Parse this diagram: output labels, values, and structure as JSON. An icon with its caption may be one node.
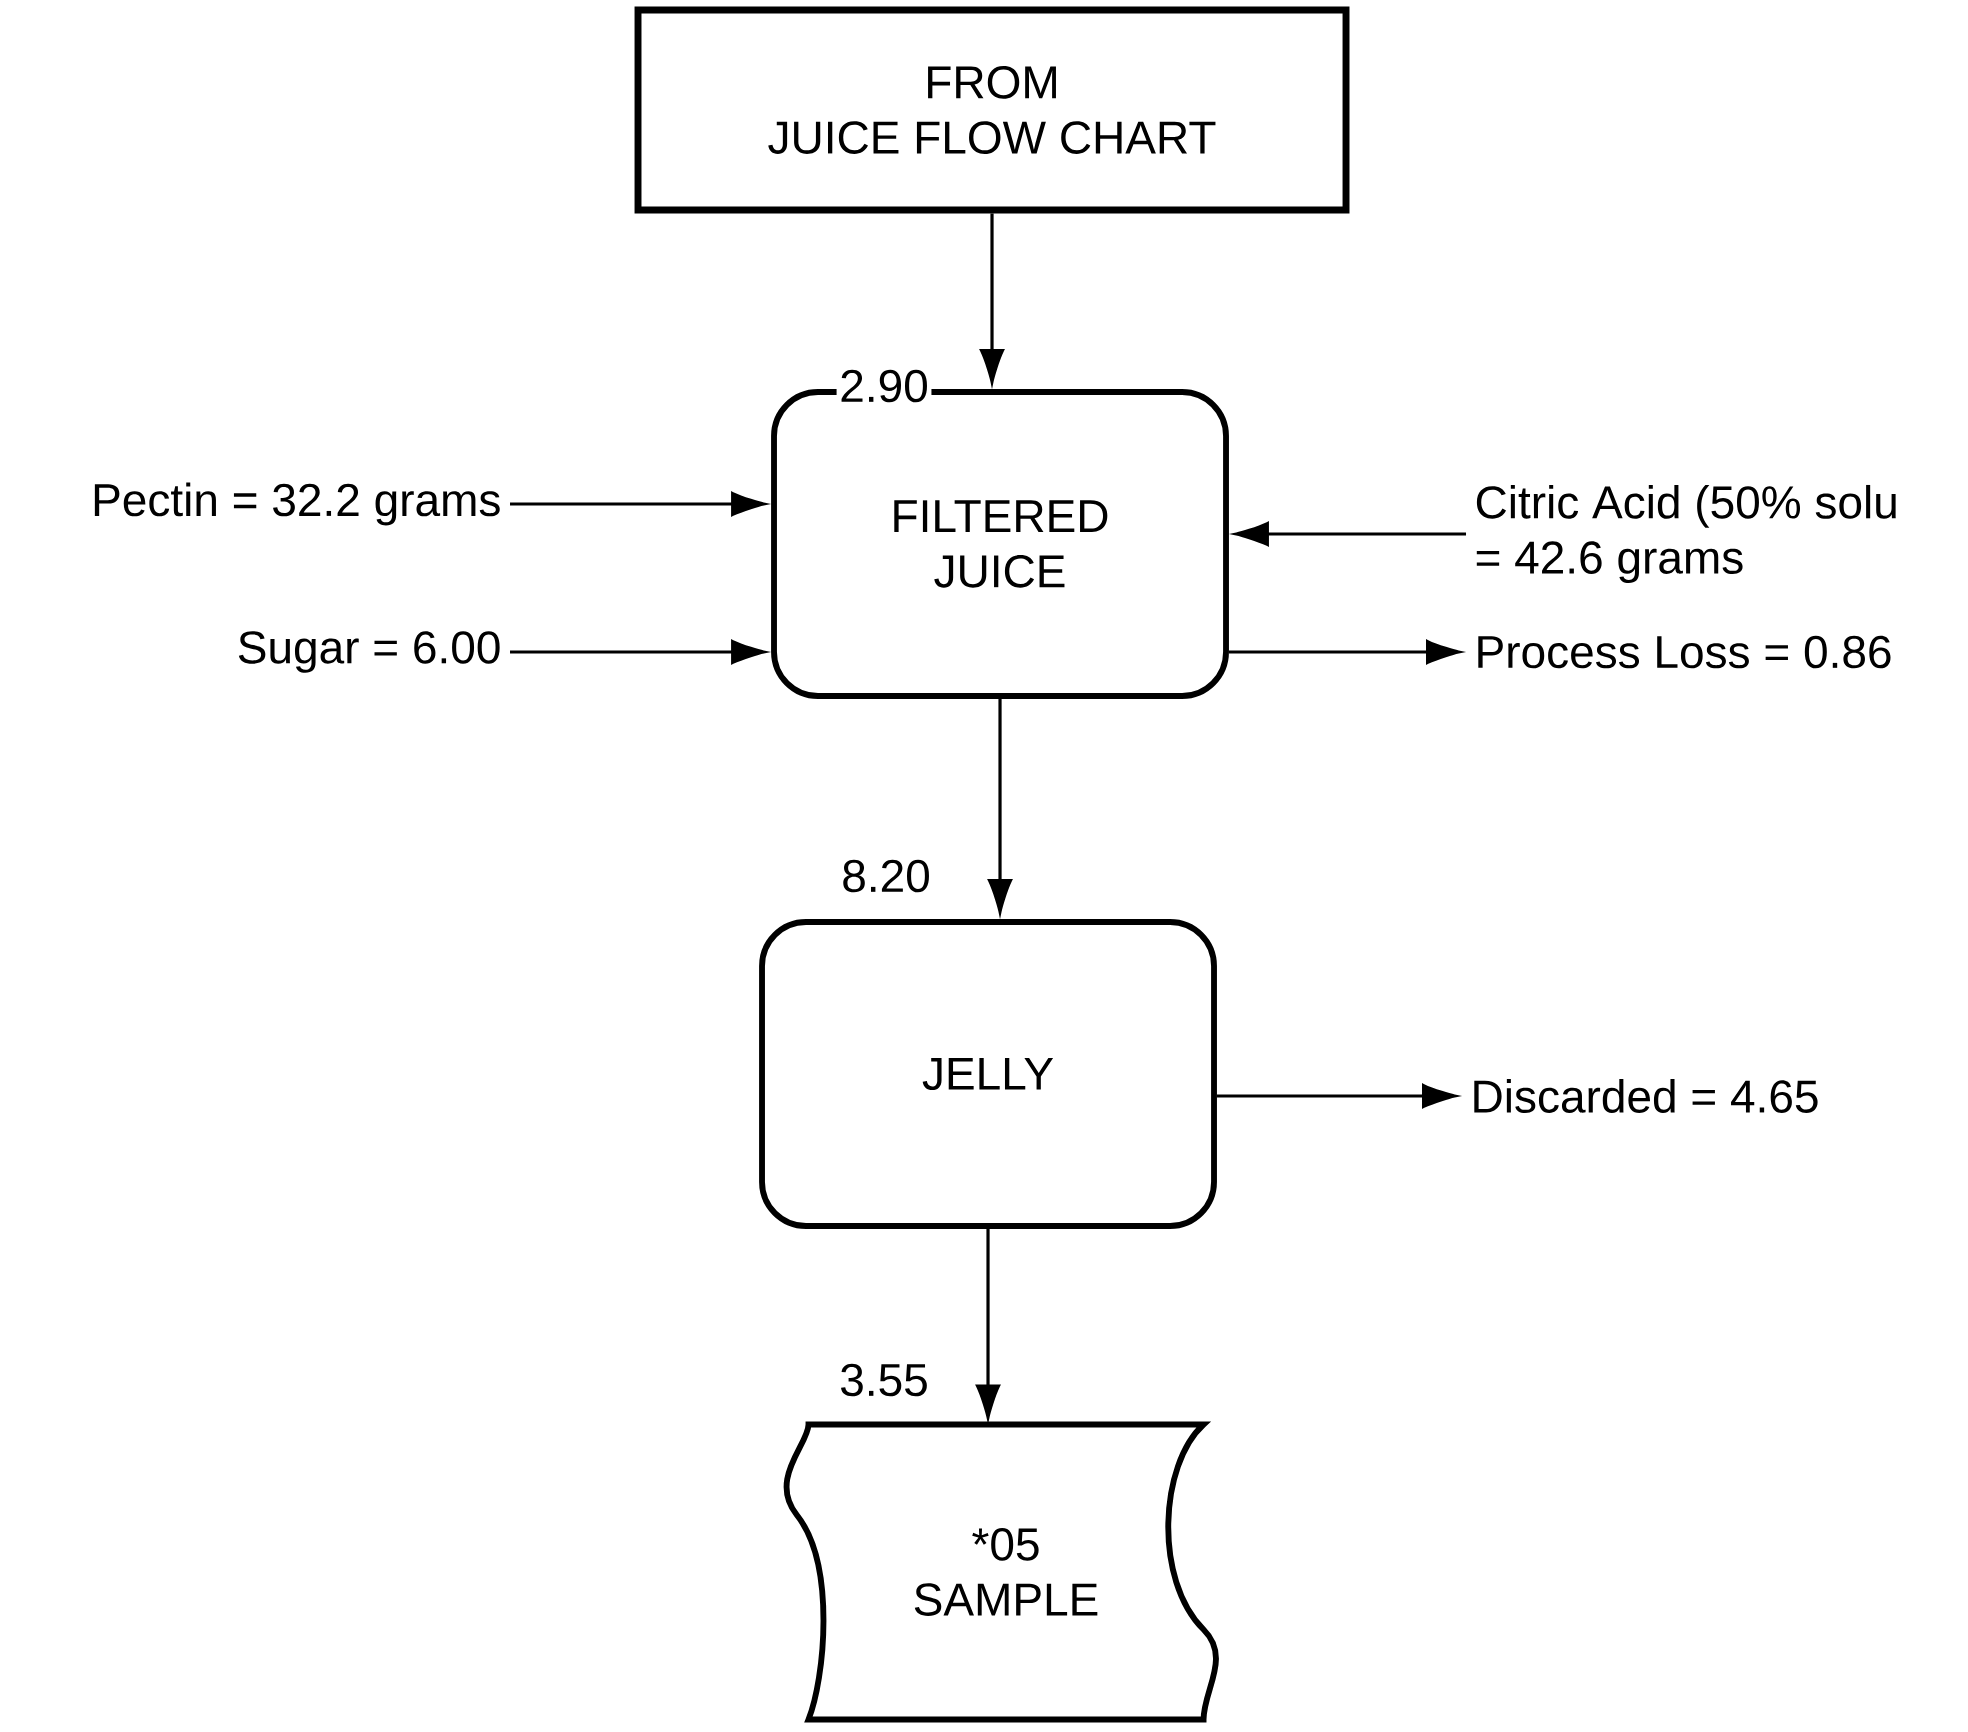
{
  "diagram": {
    "nodes": [
      {
        "text": [
          "FROM JUICE FLOW CHART"
        ]
      },
      {
        "text": [
          "FILTERED JUICE"
        ]
      },
      {
        "text": [
          "JELLY"
        ]
      },
      {
        "text": [
          "*05 SAMPLE"
        ]
      },
      {
        "text": [
          "Pectin = 32.2 grams"
        ]
      },
      {
        "text": [
          "Sugar = 6.00"
        ]
      },
      {
        "text": [
          "Citric Acid (50% solu = 42.6 grams"
        ]
      },
      {
        "text": [
          "Process Loss = 0.86"
        ]
      },
      {
        "text": [
          "Discarded = 4.65"
        ]
      }
    ],
    "edges": [
      {
        "from": 0,
        "to": 1,
        "arrow": "to",
        "label": "2.90"
      },
      {
        "from": 4,
        "to": 1,
        "arrow": "to"
      },
      {
        "from": 5,
        "to": 1,
        "arrow": "to"
      },
      {
        "from": 6,
        "to": 1,
        "arrow": "to"
      },
      {
        "from": 1,
        "to": 7,
        "arrow": "to"
      },
      {
        "from": 1,
        "to": 2,
        "arrow": "to",
        "label": "8.20"
      },
      {
        "from": 2,
        "to": 8,
        "arrow": "to"
      },
      {
        "from": 2,
        "to": 3,
        "arrow": "to",
        "label": "3.55"
      }
    ]
  }
}
